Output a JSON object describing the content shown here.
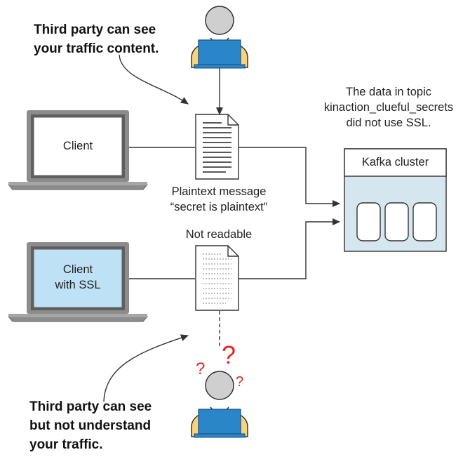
{
  "annotations": {
    "top_left": [
      "Third party can see",
      "your traffic content."
    ],
    "bottom_left": [
      "Third party can see",
      "but not understand",
      "your traffic."
    ],
    "top_right": [
      "The data in topic",
      "kinaction_clueful_secrets",
      "did not use SSL."
    ]
  },
  "clients": {
    "plain": {
      "label": "Client"
    },
    "ssl": {
      "label_lines": [
        "Client",
        "with SSL"
      ]
    }
  },
  "messages": {
    "plain_caption": [
      "Plaintext message",
      "“secret is plaintext”"
    ],
    "encrypted_caption": "Not readable"
  },
  "cluster": {
    "title": "Kafka cluster"
  },
  "eavesdropper": {
    "confusion_marks": [
      "?",
      "?",
      "?"
    ]
  },
  "colors": {
    "line": "#333333",
    "laptop_frame": "#8c8c8c",
    "laptop_screen_bezel": "#5f5f5f",
    "plain_screen": "#ffffff",
    "ssl_screen": "#bfe1f5",
    "cluster_fill": "#d6e6ef",
    "person_head": "#cfcfcf",
    "person_body": "#f6d47e",
    "person_laptop": "#2a86c8",
    "question_mark": "#e4261d"
  }
}
